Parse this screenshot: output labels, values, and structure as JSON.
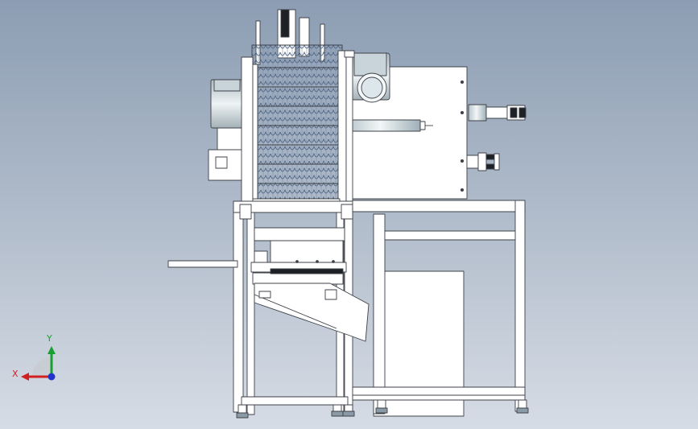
{
  "viewport": {
    "background_top": "#8c9db3",
    "background_bottom": "#d6dce5"
  },
  "model": {
    "view": "front",
    "line_color": "#3d4148",
    "part_fill": "#ffffff",
    "shaded_part_color": "#dfe6ea",
    "comb_color": "#556a86"
  },
  "triad": {
    "x_label": "X",
    "y_label": "Y",
    "x_color": "#d02020",
    "y_color": "#17a02f",
    "z_color": "#2233cc"
  }
}
